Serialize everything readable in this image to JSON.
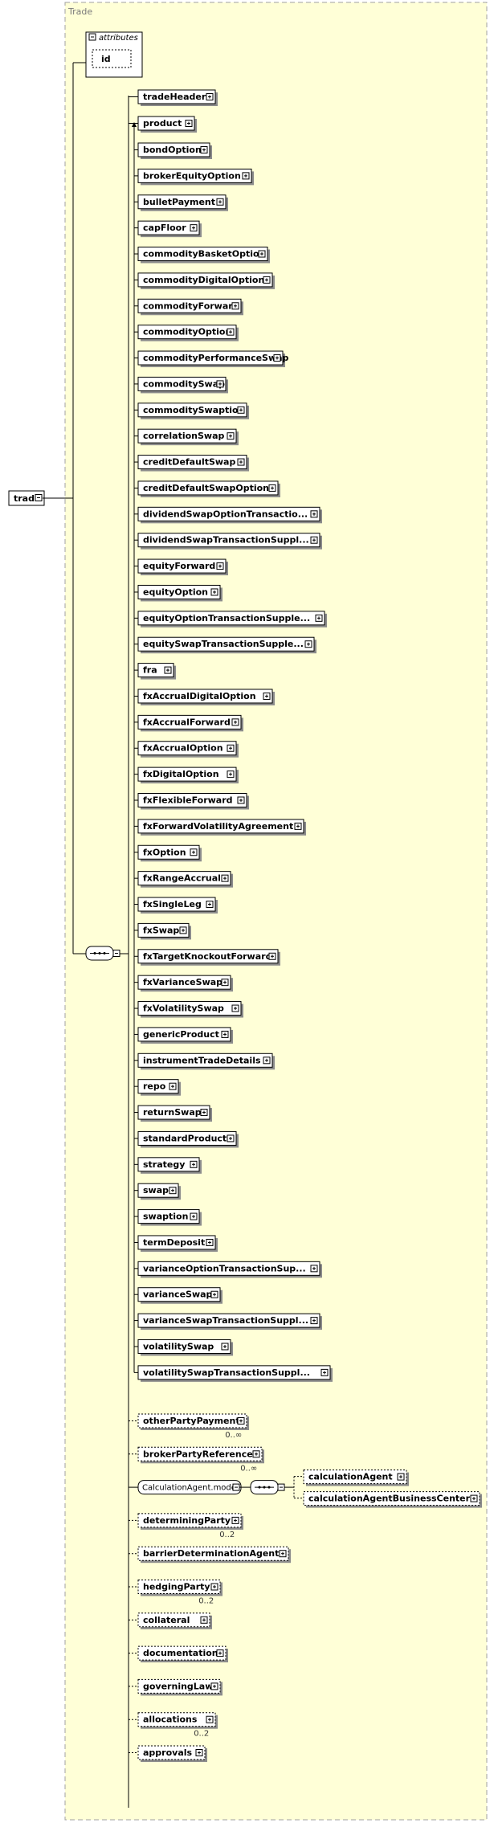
{
  "colors": {
    "group_bg": "#ffffd7",
    "group_border": "#a0a0a0",
    "box_bg": "#ffffff",
    "line": "#000000",
    "shadow": "#8c8c8c"
  },
  "diagram": {
    "group_title": "Trade",
    "root": "trade",
    "attributes_label": "attributes",
    "attribute_id": "id",
    "sequence_model": "CalculationAgent.model",
    "calc_children": [
      "calculationAgent",
      "calculationAgentBusinessCenter"
    ],
    "header_elements": [
      "tradeHeader",
      "product"
    ],
    "products": [
      "bondOption",
      "brokerEquityOption",
      "bulletPayment",
      "capFloor",
      "commodityBasketOption",
      "commodityDigitalOption",
      "commodityForward",
      "commodityOption",
      "commodityPerformanceSwap",
      "commoditySwap",
      "commoditySwaption",
      "correlationSwap",
      "creditDefaultSwap",
      "creditDefaultSwapOption",
      "dividendSwapOptionTransactio...",
      "dividendSwapTransactionSuppl...",
      "equityForward",
      "equityOption",
      "equityOptionTransactionSupple...",
      "equitySwapTransactionSupple...",
      "fra",
      "fxAccrualDigitalOption",
      "fxAccrualForward",
      "fxAccrualOption",
      "fxDigitalOption",
      "fxFlexibleForward",
      "fxForwardVolatilityAgreement",
      "fxOption",
      "fxRangeAccrual",
      "fxSingleLeg",
      "fxSwap",
      "fxTargetKnockoutForward",
      "fxVarianceSwap",
      "fxVolatilitySwap",
      "genericProduct",
      "instrumentTradeDetails",
      "repo",
      "returnSwap",
      "standardProduct",
      "strategy",
      "swap",
      "swaption",
      "termDeposit",
      "varianceOptionTransactionSup...",
      "varianceSwap",
      "varianceSwapTransactionSuppl...",
      "volatilitySwap",
      "volatilitySwapTransactionSuppl..."
    ],
    "trailing": [
      {
        "name": "otherPartyPayment",
        "occ": "0..∞",
        "optional": true
      },
      {
        "name": "brokerPartyReference",
        "occ": "0..∞",
        "optional": true
      },
      {
        "name": "__calc__"
      },
      {
        "name": "determiningParty",
        "occ": "0..2",
        "optional": true
      },
      {
        "name": "barrierDeterminationAgent",
        "occ": "",
        "optional": true
      },
      {
        "name": "hedgingParty",
        "occ": "0..2",
        "optional": true
      },
      {
        "name": "collateral",
        "occ": "",
        "optional": true
      },
      {
        "name": "documentation",
        "occ": "",
        "optional": true
      },
      {
        "name": "governingLaw",
        "occ": "",
        "optional": true
      },
      {
        "name": "allocations",
        "occ": "0..2",
        "optional": true
      },
      {
        "name": "approvals",
        "occ": "",
        "optional": true
      }
    ]
  }
}
